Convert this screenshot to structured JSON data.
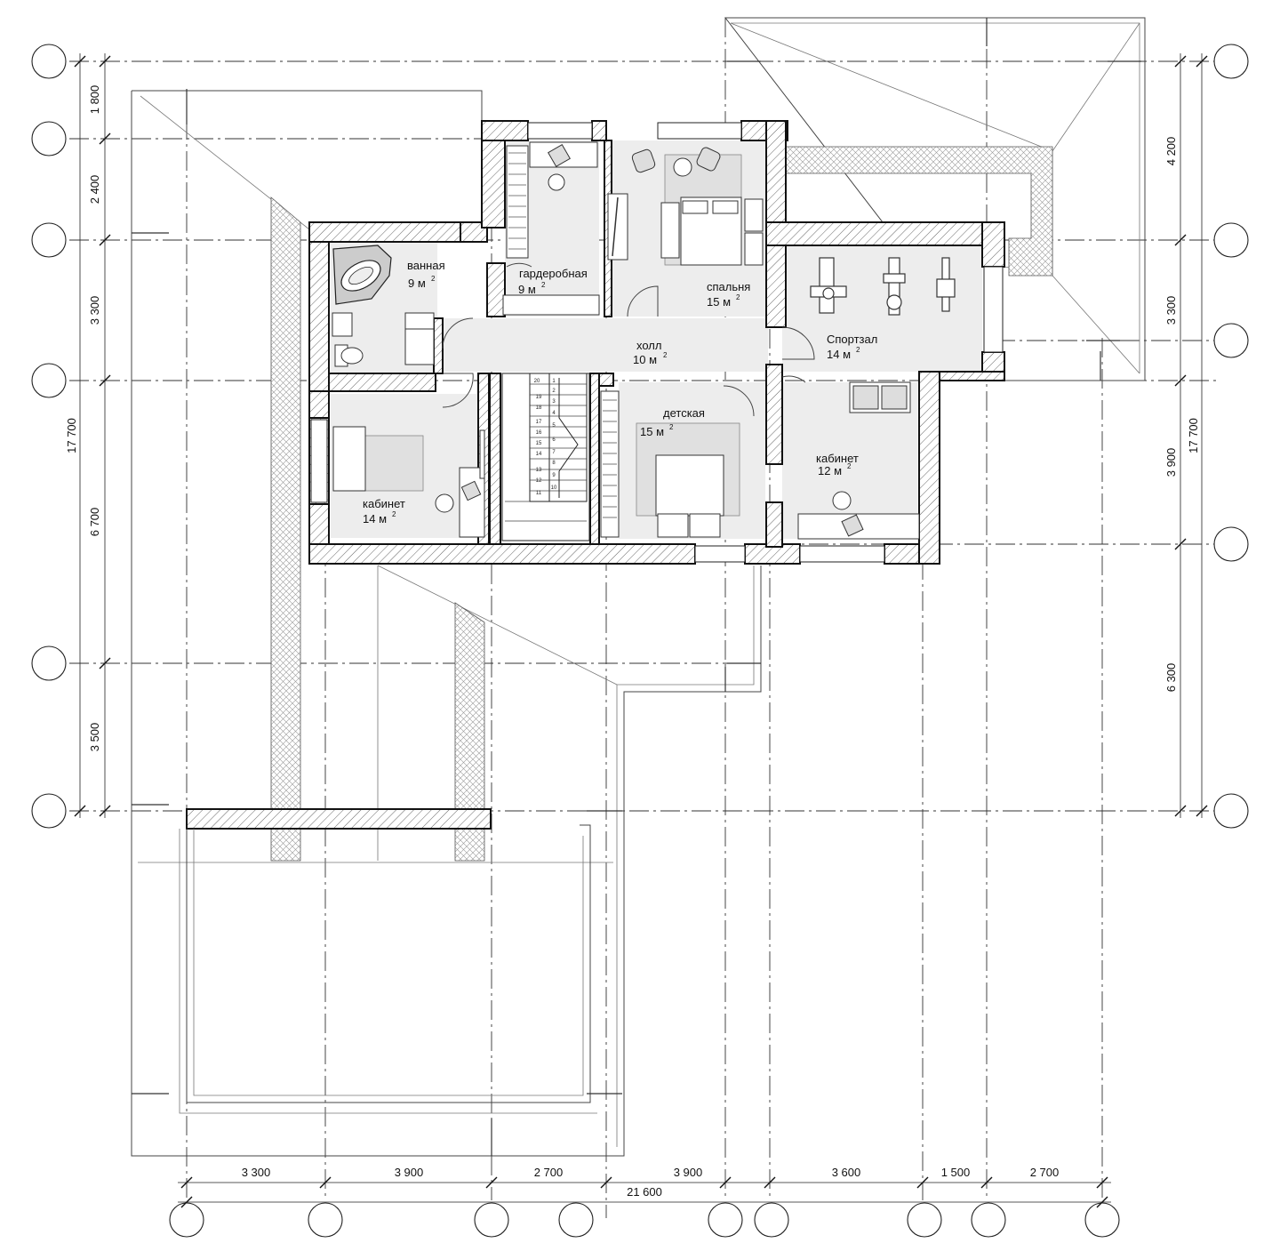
{
  "rooms": {
    "bathroom": {
      "name": "ванная",
      "area": "9 м",
      "sup": "2"
    },
    "wardrobe": {
      "name": "гардеробная",
      "area": "9 м",
      "sup": "2"
    },
    "bedroom": {
      "name": "спальня",
      "area": "15 м",
      "sup": "2"
    },
    "hall": {
      "name": "холл",
      "area": "10 м",
      "sup": "2"
    },
    "gym": {
      "name": "Спортзал",
      "area": "14 м",
      "sup": "2"
    },
    "nursery": {
      "name": "детская",
      "area": "15 м",
      "sup": "2"
    },
    "office_left": {
      "name": "кабинет",
      "area": "14 м",
      "sup": "2"
    },
    "office_right": {
      "name": "кабинет",
      "area": "12 м",
      "sup": "2"
    }
  },
  "dimensions": {
    "left": [
      "1 800",
      "2 400",
      "3 300",
      "6 700",
      "3 500"
    ],
    "left_total": "17 700",
    "right": [
      "4 200",
      "3 300",
      "3 900",
      "6 300"
    ],
    "right_total": "17 700",
    "bottom": [
      "3 300",
      "3 900",
      "2 700",
      "3 900",
      "3 600",
      "1 500",
      "2 700"
    ],
    "bottom_total": "21 600"
  },
  "stairs": {
    "left_run": [
      "19",
      "18",
      "17",
      "16",
      "15",
      "14",
      "13",
      "12",
      "11"
    ],
    "right_run": [
      "20",
      "1",
      "2",
      "3",
      "4",
      "5",
      "6",
      "7",
      "8",
      "9",
      "10"
    ]
  }
}
